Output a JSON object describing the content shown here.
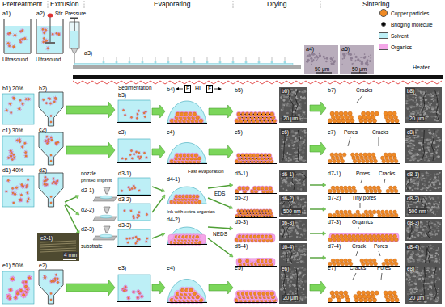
{
  "diagram": {
    "labels": [
      "Pretreatment",
      "Extrusion",
      "Evaporating",
      "Drying",
      "Sintering",
      "a1)",
      "a2)",
      "Ultrasound",
      "Stir",
      "Ultrasound",
      "Pressure",
      "a3)",
      "a4)",
      "50 μm",
      "a5)",
      "50 μm",
      "Heater",
      "b1) 20%",
      "b2)",
      "Sedimentation",
      "b3)",
      "b4)",
      "F",
      "HI",
      "F",
      "b5)",
      "b6)",
      "20 μm",
      "b7)",
      "Cracks",
      "b8)",
      "20 μm",
      "c1) 30%",
      "c2)",
      "c3)",
      "c4)",
      "c5)",
      "c6)",
      "c7)",
      "Pores",
      "Cracks",
      "c8)",
      "d1) 40%",
      "d2)",
      "nozzle",
      "printed imprint",
      "d2-1)",
      "d2-2)",
      "d2-3)",
      "substrate",
      "d3-1)",
      "d3-2)",
      "d3-3)",
      "d4-1)",
      "Fast evaporation",
      "EDS",
      "Ink with extra organics",
      "d4-2)",
      "NEDS",
      "d5-1)",
      "d5-2)",
      "d5-3)",
      "d5-4)",
      "d6-1)",
      "d6-2)",
      "500 nm",
      "d6-3)",
      "d6-4)",
      "d7-1)",
      "Pores",
      "Cracks",
      "d7-2)",
      "Tiny pores",
      "d7-3)",
      "Organics",
      "d7-4)",
      "Crack",
      "Pores",
      "d8-1)",
      "d8-2)",
      "500 nm",
      "d8-3)",
      "d8-4)",
      "e2-1)",
      "4 mm",
      "e1) 50%",
      "e2)",
      "e3)",
      "e4)",
      "e5)",
      "e6)",
      "20 μm",
      "e7)",
      "Cracks",
      "Pores",
      "e8)",
      "20 μm"
    ],
    "legend": [
      {
        "text": "Copper particles",
        "color": "#f08a24"
      },
      {
        "text": "Bridging molecule",
        "color": "#000000"
      },
      {
        "text": "Solvent",
        "color": "#bdeff6"
      },
      {
        "text": "Organics",
        "color": "#f4a6e8"
      }
    ]
  }
}
